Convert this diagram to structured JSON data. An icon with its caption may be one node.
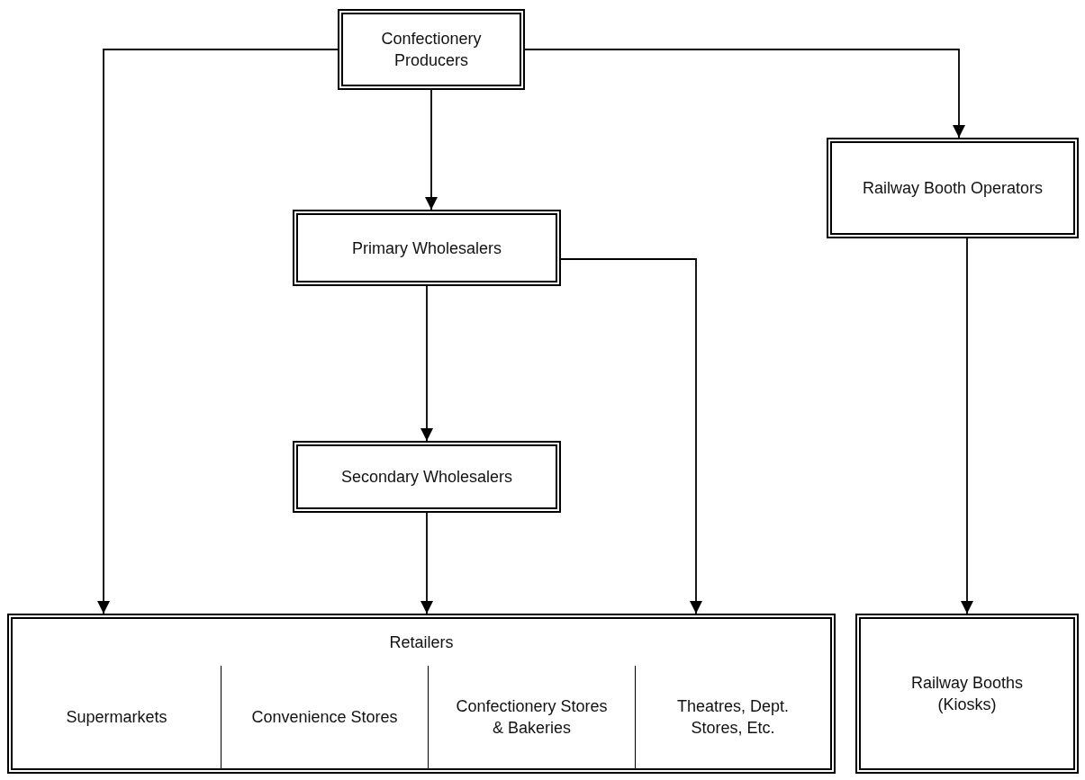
{
  "diagram": {
    "nodes": [
      {
        "text": [
          "Confectionery Producers"
        ]
      },
      {
        "text": [
          "Railway Booth Operators"
        ]
      },
      {
        "text": [
          "Primary Wholesalers"
        ]
      },
      {
        "text": [
          "Secondary Wholesalers"
        ]
      },
      {
        "text": [
          "Retailers"
        ]
      },
      {
        "text": [
          "Supermarkets"
        ],
        "in": 4
      },
      {
        "text": [
          "Convenience Stores"
        ],
        "in": 4
      },
      {
        "text": [
          "Confectionery Stores & Bakeries"
        ],
        "in": 4
      },
      {
        "text": [
          "Theatres, Dept. Stores, Etc."
        ],
        "in": 4
      },
      {
        "text": [
          "Railway Booths (Kiosks)"
        ]
      }
    ],
    "edges": [
      {
        "from": 0,
        "to": 4,
        "arrow": "to"
      },
      {
        "from": 0,
        "to": 2,
        "arrow": "to"
      },
      {
        "from": 0,
        "to": 1,
        "arrow": "to"
      },
      {
        "from": 2,
        "to": 3,
        "arrow": "to"
      },
      {
        "from": 2,
        "to": 4,
        "arrow": "to"
      },
      {
        "from": 3,
        "to": 4,
        "arrow": "to"
      },
      {
        "from": 1,
        "to": 9,
        "arrow": "to"
      }
    ]
  }
}
